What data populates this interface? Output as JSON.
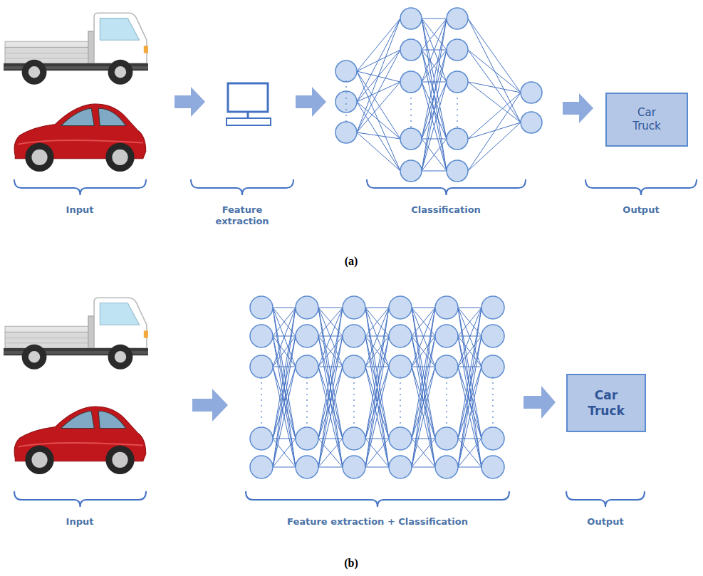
{
  "diagram": {
    "nodes": [
      {
        "text": [
          "Car",
          "Truck"
        ]
      },
      {
        "text": [
          "Car",
          "Truck"
        ]
      }
    ],
    "labels": [
      "Input",
      "Feature extraction",
      "Classification",
      "Output",
      "(a)",
      "Input",
      "Feature extraction + Classification",
      "Output",
      "(b)"
    ]
  }
}
